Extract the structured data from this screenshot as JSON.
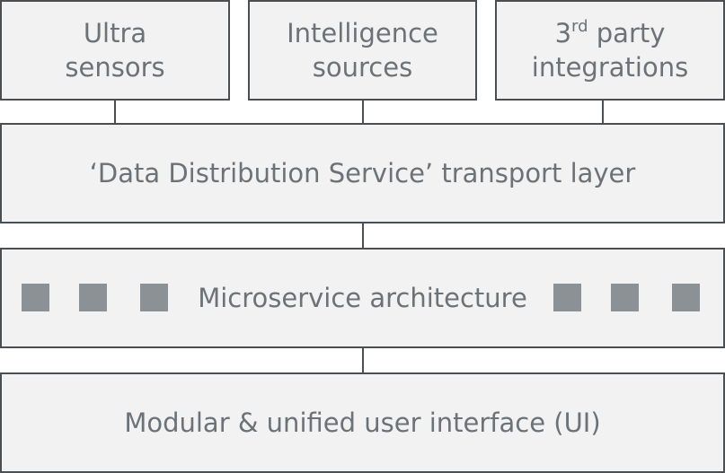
{
  "boxes": {
    "ultra": {
      "line1": "Ultra",
      "line2": "sensors"
    },
    "intelligence": {
      "line1": "Intelligence",
      "line2": "sources"
    },
    "third_party": {
      "number": "3",
      "suffix": "rd",
      "word": "party",
      "line2": "integrations"
    },
    "dds": {
      "label": "‘Data Distribution Service’ transport layer"
    },
    "microservice": {
      "label": "Microservice architecture"
    },
    "ui": {
      "label": "Modular & unified user interface (UI)"
    }
  }
}
